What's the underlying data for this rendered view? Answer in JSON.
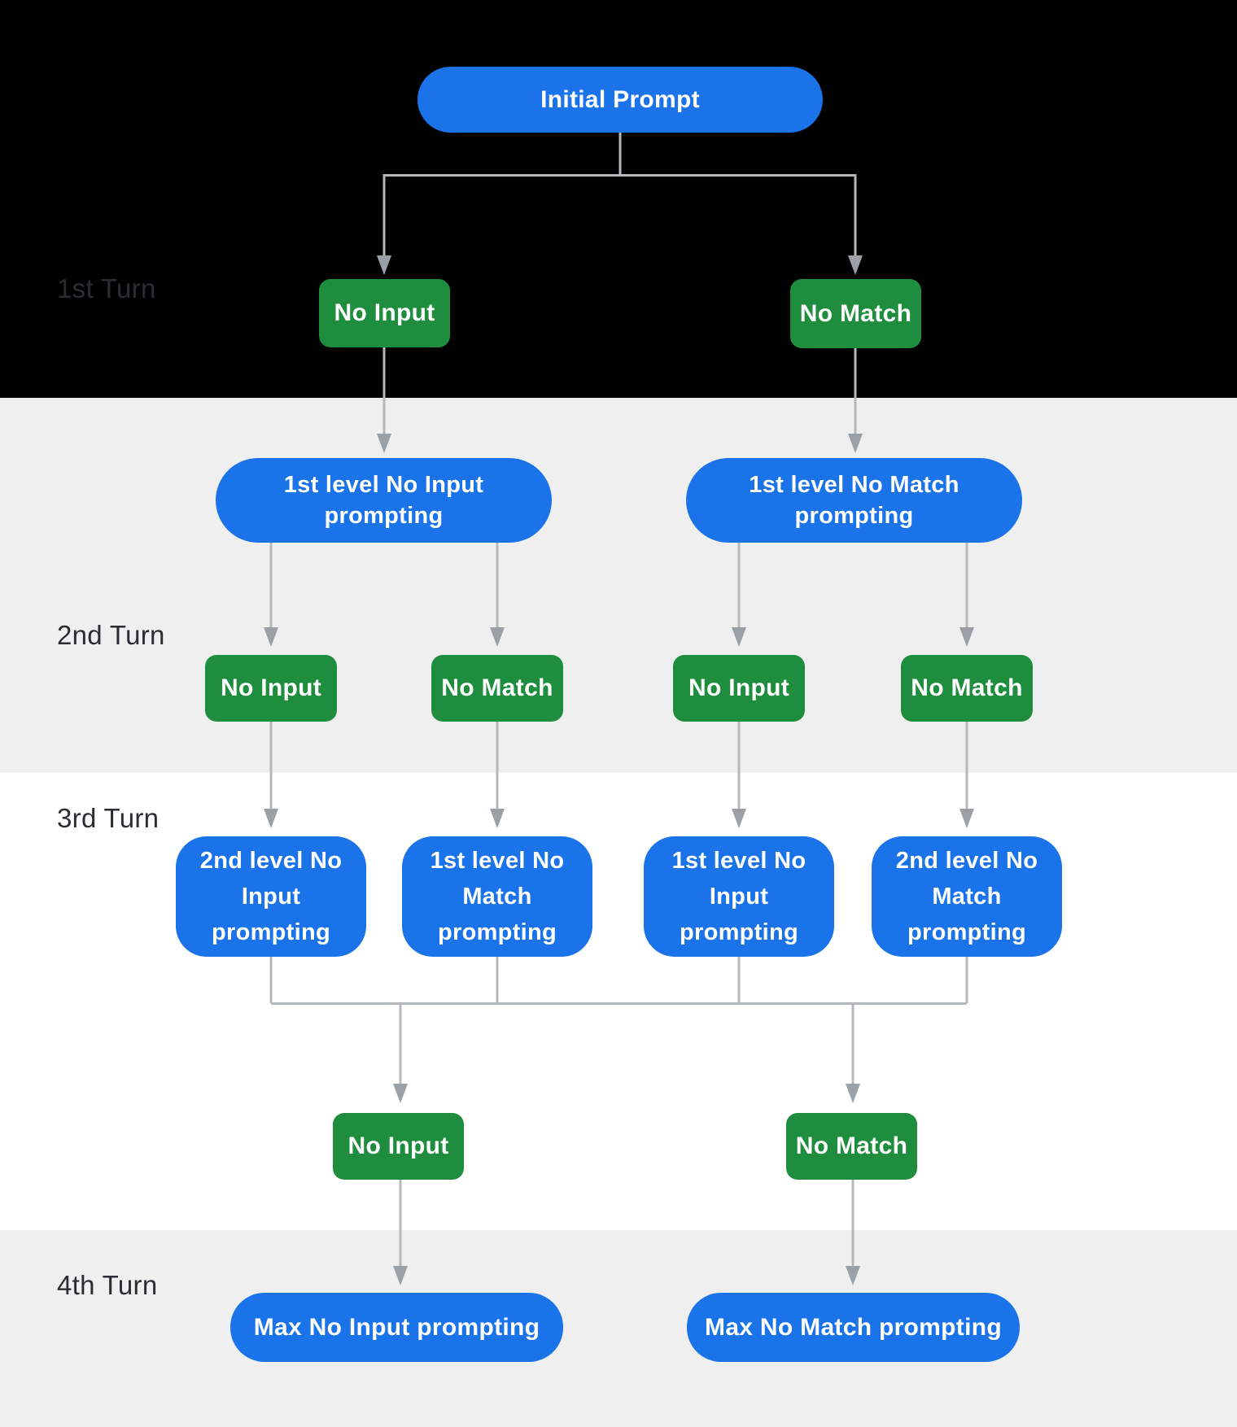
{
  "diagram": {
    "turn_labels": [
      "1st Turn",
      "2nd Turn",
      "3rd Turn",
      "4th Turn"
    ],
    "nodes": {
      "initial_prompt": "Initial Prompt",
      "turn1_no_input": "No Input",
      "turn1_no_match": "No Match",
      "level1_no_input_prompting": "1st level No Input prompting",
      "level1_no_match_prompting": "1st level No Match prompting",
      "turn2_no_input_a": "No Input",
      "turn2_no_match_a": "No Match",
      "turn2_no_input_b": "No Input",
      "turn2_no_match_b": "No Match",
      "level2_no_input_prompting": "2nd level No Input prompting",
      "level1_no_match_prompting_b": "1st level No Match prompting",
      "level1_no_input_prompting_b": "1st level No Input prompting",
      "level2_no_match_prompting": "2nd level No Match prompting",
      "turn3_no_input": "No Input",
      "turn3_no_match": "No Match",
      "max_no_input_prompting": "Max No Input prompting",
      "max_no_match_prompting": "Max No Match prompting"
    },
    "colors": {
      "prompt_node_blue": "#1a73e8",
      "event_node_green": "#1e8e3e",
      "node_text": "#ffffff",
      "connector_line": "#b5b8bb",
      "connector_arrowhead": "#9aa0a6",
      "turn_label_text": "#2b2d33",
      "band_top_black": "#000000",
      "band_alt_gray": "#efeff0",
      "band_white": "#ffffff"
    }
  }
}
